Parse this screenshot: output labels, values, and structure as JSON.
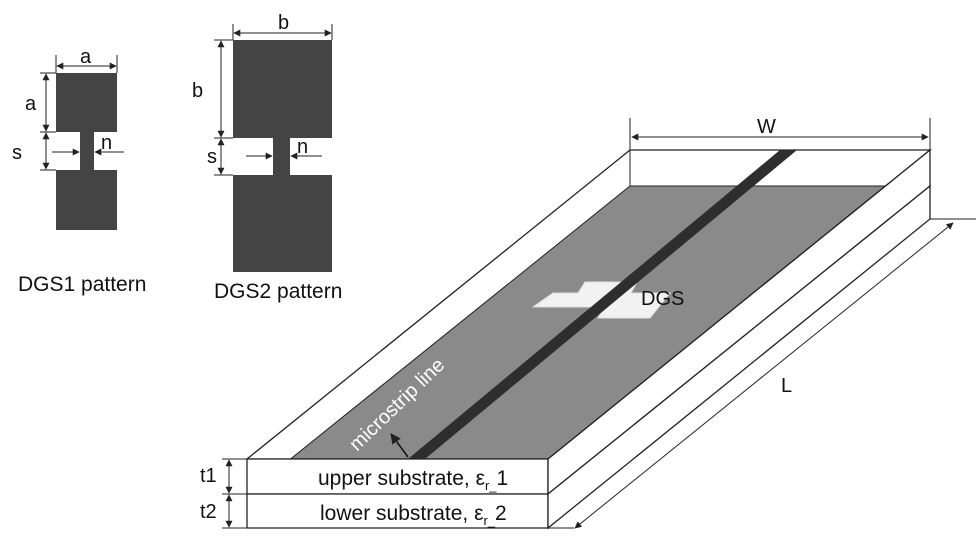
{
  "dgs1": {
    "caption": "DGS1 pattern",
    "label_a_width": "a",
    "label_a_height": "a",
    "label_s": "s",
    "label_n": "n"
  },
  "dgs2": {
    "caption": "DGS2 pattern",
    "label_b_width": "b",
    "label_b_height": "b",
    "label_s": "s",
    "label_n": "n"
  },
  "structure": {
    "width_label": "W",
    "length_label": "L",
    "t1_label": "t1",
    "t2_label": "t2",
    "dgs_label": "DGS",
    "microstrip_label": "microstrip line",
    "upper_substrate_text": "upper substrate, ",
    "upper_substrate_index": "1",
    "lower_substrate_text": "lower substrate, ",
    "lower_substrate_index": "2",
    "epsilon_symbol": "ε",
    "epsilon_sub": "r_"
  },
  "colors": {
    "metal": "#444444",
    "ground_plane": "#8a8a8a",
    "strip": "#2e2e2e",
    "aperture": "#f0f0f0",
    "outline": "#222222"
  }
}
